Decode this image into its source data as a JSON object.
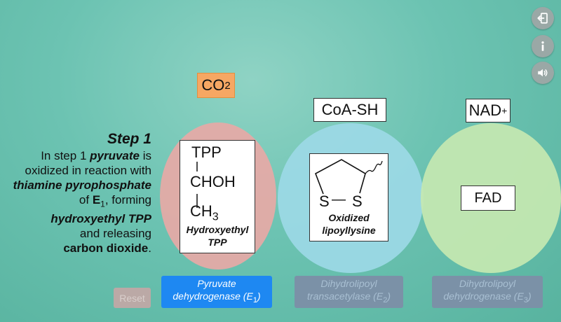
{
  "toolbar": {
    "icons": [
      "exit-icon",
      "info-icon",
      "speaker-icon"
    ]
  },
  "labels": {
    "co2": "CO",
    "co2_sub": "2",
    "coash": "CoA-SH",
    "nad": "NAD",
    "nad_sup": "+",
    "fad": "FAD"
  },
  "step": {
    "title": "Step 1",
    "line1_pre": "In step 1 ",
    "line1_bold": "pyruvate",
    "line1_post": " is",
    "line2": "oxidized in reaction with",
    "line3_bold": "thiamine pyrophosphate",
    "line4_pre": "of ",
    "line4_bold": "E",
    "line4_sub": "1",
    "line4_post": ", forming",
    "line5_bold": "hydroxyethyl TPP",
    "line6": "and releasing",
    "line7_bold": "carbon dioxide",
    "line7_post": "."
  },
  "tpp_card": {
    "tpp": "TPP",
    "choh": "CHOH",
    "ch": "CH",
    "ch_sub": "3",
    "caption_line1": "Hydroxyethyl",
    "caption_line2": "TPP"
  },
  "lipo_card": {
    "s_left": "S",
    "bond": "—",
    "s_right": "S",
    "caption_line1": "Oxidized",
    "caption_line2": "lipoyllysine"
  },
  "buttons": {
    "reset": "Reset",
    "e1_line1": "Pyruvate",
    "e1_line2": "dehydrogenase (E",
    "e1_sub": "1",
    "e1_close": ")",
    "e2_line1": "Dihydrolipoyl",
    "e2_line2": "transacetylase (E",
    "e2_sub": "2",
    "e2_close": ")",
    "e3_line1": "Dihydrolipoyl",
    "e3_line2": "dehydrogenase (E",
    "e3_sub": "3",
    "e3_close": ")"
  },
  "colors": {
    "co2_bg": "#f6a763",
    "e1_circle": "#e7a9a6",
    "e2_circle": "#9cd9e6",
    "e3_circle": "#c5e8b1",
    "active_button": "#1e88f2",
    "inactive_button": "#7b91a7"
  }
}
